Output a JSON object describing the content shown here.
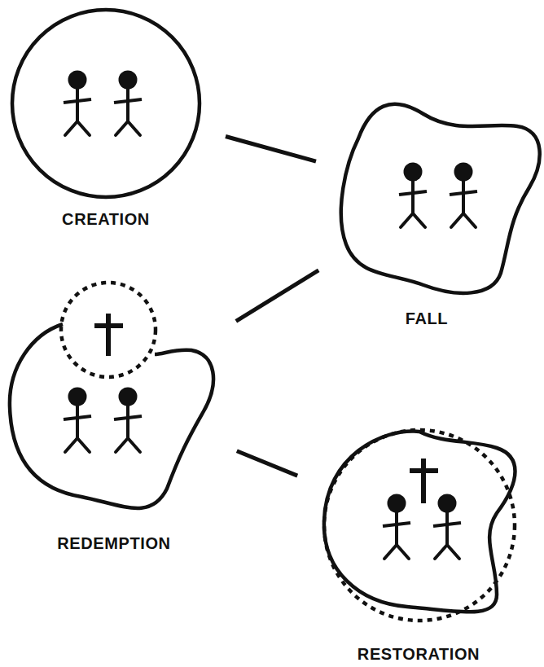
{
  "diagram": {
    "nodes": [
      {
        "text": [
          "CREATION"
        ]
      },
      {
        "text": [
          "FALL"
        ]
      },
      {
        "text": [
          "REDEMPTION"
        ]
      },
      {
        "text": [
          "RESTORATION"
        ]
      }
    ],
    "edges": [
      {
        "from": 0,
        "to": 1,
        "arrow": "none"
      },
      {
        "from": 1,
        "to": 2,
        "arrow": "none"
      },
      {
        "from": 2,
        "to": 3,
        "arrow": "none"
      }
    ]
  }
}
